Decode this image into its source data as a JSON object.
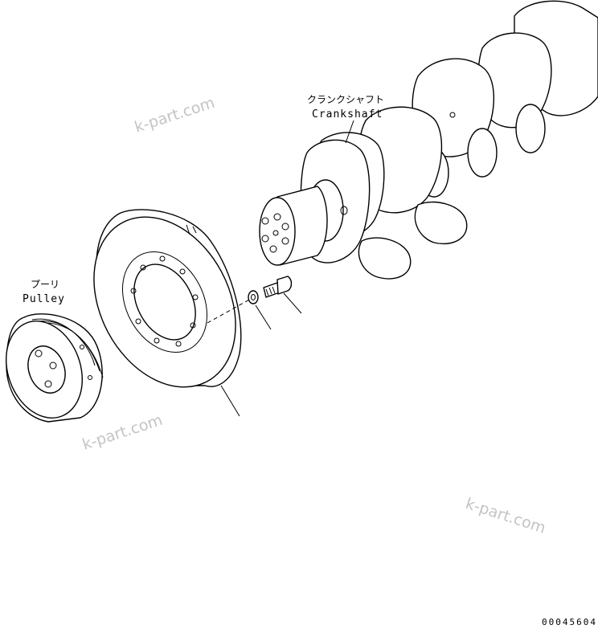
{
  "parts": {
    "crankshaft": {
      "label_jp": "クランクシャフト",
      "label_en": "Crankshaft"
    },
    "pulley": {
      "label_jp": "プーリ",
      "label_en": "Pulley"
    }
  },
  "watermark": "k-part.com",
  "doc_number": "00045604"
}
